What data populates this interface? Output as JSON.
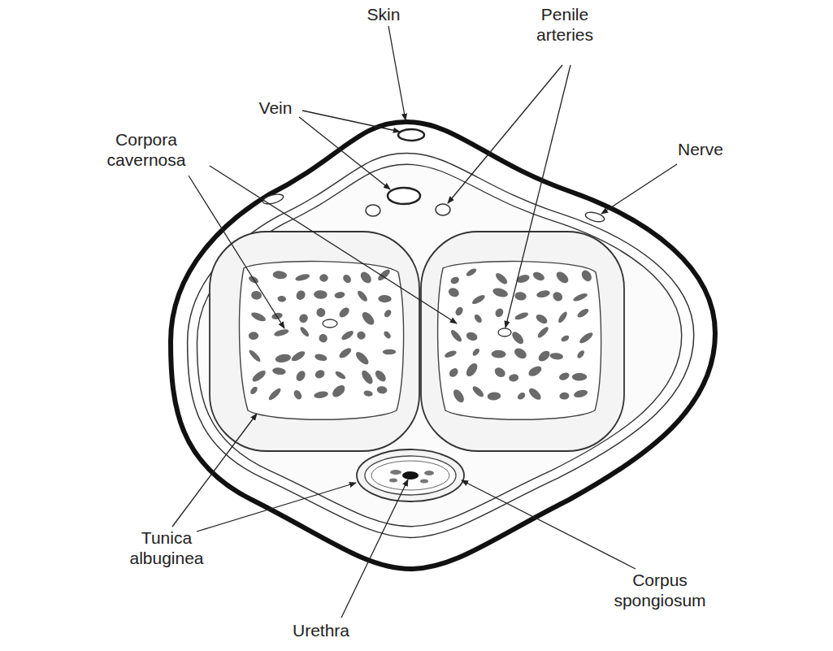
{
  "diagram": {
    "labels": [
      "Skin",
      "Penile arteries",
      "Vein",
      "Corpora cavernosa",
      "Nerve",
      "Tunica albuginea",
      "Corpus spongiosum",
      "Urethra"
    ]
  }
}
